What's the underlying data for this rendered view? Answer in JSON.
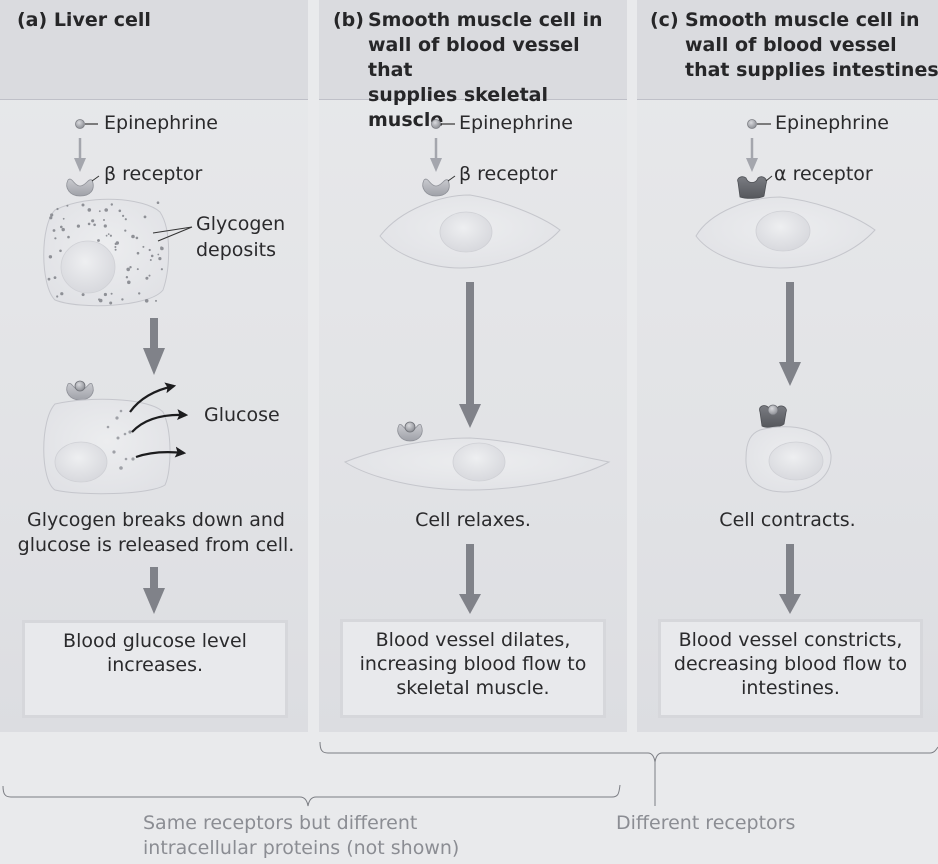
{
  "panels": [
    {
      "id": "a",
      "tag": "(a)",
      "title": "Liver cell",
      "ligand_label": "Epinephrine",
      "receptor_label": "β receptor",
      "deposits_label_1": "Glycogen",
      "deposits_label_2": "deposits",
      "product_label": "Glucose",
      "cell_response": [
        "Glycogen breaks down and",
        "glucose is released from cell."
      ],
      "outcome": [
        "Blood glucose level",
        "increases."
      ]
    },
    {
      "id": "b",
      "tag": "(b)",
      "title_lines": [
        "Smooth muscle cell in",
        "wall of blood vessel that",
        "supplies skeletal muscle"
      ],
      "ligand_label": "Epinephrine",
      "receptor_label": "β receptor",
      "cell_response": [
        "Cell relaxes."
      ],
      "outcome": [
        "Blood vessel dilates,",
        "increasing blood flow to",
        "skeletal muscle."
      ]
    },
    {
      "id": "c",
      "tag": "(c)",
      "title_lines": [
        "Smooth muscle cell in",
        "wall of blood vessel",
        "that supplies intestines"
      ],
      "ligand_label": "Epinephrine",
      "receptor_label": "α receptor",
      "cell_response": [
        "Cell contracts."
      ],
      "outcome": [
        "Blood vessel constricts,",
        "decreasing blood flow to",
        "intestines."
      ]
    }
  ],
  "brackets": {
    "same_receptors": [
      "Same receptors but different",
      "intracellular proteins (not shown)"
    ],
    "different_receptors": "Different receptors"
  },
  "colors": {
    "beta_receptor": "#b4b6bd",
    "alpha_receptor": "#6a6c72",
    "arrow": "#808289",
    "bracket_text": "#8b8d93"
  }
}
